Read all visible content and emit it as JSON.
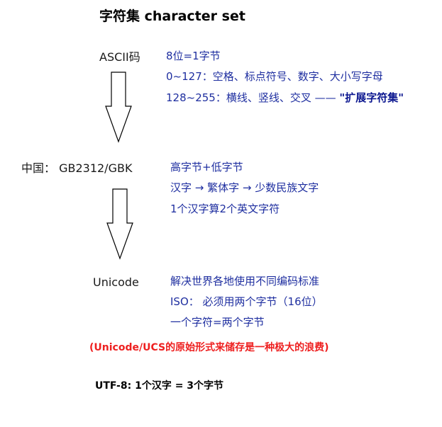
{
  "title": "字符集  character set",
  "ascii": {
    "label": "ASCII码",
    "lines": [
      "8位=1字节",
      "0~127：空格、标点符号、数字、大小写字母",
      "128~255：横线、竖线、交叉 —— "
    ],
    "highlight": "\"扩展字符集\""
  },
  "gbk": {
    "label": "中国：  GB2312/GBK",
    "lines": [
      "高字节+低字节",
      "汉字 → 繁体字 → 少数民族文字",
      "1个汉字算2个英文字符"
    ]
  },
  "unicode": {
    "label": "Unicode",
    "lines": [
      "解决世界各地使用不同编码标准",
      "ISO：  必须用两个字节（16位）",
      "一个字符=两个字节"
    ]
  },
  "note": "(Unicode/UCS的原始形式来储存是一种极大的浪费)",
  "utf8": "UTF-8: 1个汉字 = 3个字节",
  "colors": {
    "text_blue": "#1f2fa0",
    "note_red": "#ee2020",
    "arrow_stroke": "#000000"
  }
}
